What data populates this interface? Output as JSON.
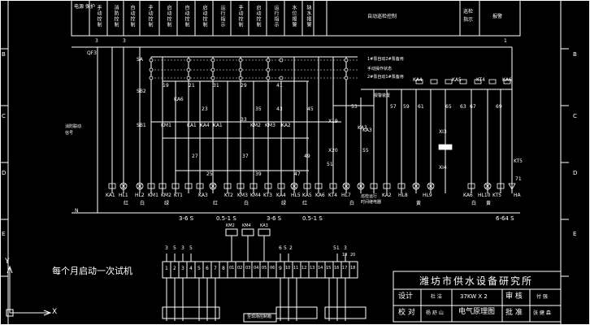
{
  "header_cells": [
    "电源\n保护",
    "手动控制",
    "消防控制",
    "自动控制",
    "手动控制",
    "启动控制",
    "自动控制",
    "启动控制",
    "运行指示",
    "手动控制",
    "启动控制",
    "运行指示",
    "水位报警",
    "缺水报警",
    "",
    "自动巡检控制",
    "",
    "巡检指示",
    "报警"
  ],
  "header_main_label": "自动巡检控制",
  "header_patrol_label": "巡检\n指示",
  "header_alarm_label": "报警",
  "border_letters": [
    "B",
    "B",
    "C",
    "C",
    "D",
    "D",
    "E",
    "E"
  ],
  "top_numbers": {
    "n3a": "3",
    "n3b": "3",
    "n1": "1"
  },
  "qf_label": "QF3",
  "n_label": "N",
  "node_labels": [
    "SA",
    "SB2",
    "KA6",
    "SB1",
    "KM1",
    "KA1",
    "KA4",
    "KA1",
    "KM2",
    "KM3",
    "KA2",
    "KA3",
    "KT4",
    "KA5",
    "KA6",
    "KA4"
  ],
  "switch_legend": [
    "1#泵自动2#泵备用",
    "手动操作状态",
    "2#泵自动1#泵备用"
  ],
  "wire_numbers": [
    "21",
    "19",
    "23",
    "25",
    "27",
    "29",
    "31",
    "33",
    "35",
    "37",
    "39",
    "41",
    "43",
    "45",
    "47",
    "49",
    "51",
    "53",
    "55",
    "57",
    "59",
    "61",
    "63",
    "65",
    "67",
    "69",
    "71"
  ],
  "mid_labels": {
    "x19": "X19",
    "x20": "X20",
    "xi3": "XI3",
    "xi4": "XI4",
    "ka3": "KA3",
    "kt5": "KT5",
    "alarm_note": "报警装置",
    "tm_note": "巡检运行\n时间继电器",
    "fire_note": "消防联动\n信号"
  },
  "bottom_devices": [
    "KA1",
    "HL1",
    "HL2",
    "KM1",
    "KM2",
    "KT1",
    "KA3",
    "KT2",
    "KM3",
    "KM4",
    "KT3",
    "KA4",
    "HL5",
    "KA5",
    "KA6",
    "KT4",
    "HL7",
    "KA2",
    "HL8",
    "HL9",
    "KA6",
    "HL10",
    "KT5",
    "HA"
  ],
  "bottom_colors": [
    "红",
    "白",
    "绿",
    "红",
    "白",
    "绿",
    "红",
    "白",
    "黄",
    "白",
    "黄"
  ],
  "timer_ranges": [
    "3-6 S",
    "0.5-1 S",
    "3-6 S",
    "0.5-1 S",
    "6-64 S"
  ],
  "note_left": "每个月启动一次试机",
  "terminal_top_nums": [
    "3",
    "5",
    "3",
    "5",
    "KM2",
    "KM4",
    "KA3",
    "6",
    "5",
    "2",
    "51",
    "3"
  ],
  "terminal_nums": [
    "1",
    "2",
    "3",
    "4",
    "5",
    "6",
    "7",
    "8",
    "01",
    "02",
    "03",
    "04",
    "05",
    "06",
    "9",
    "10",
    "11",
    "12",
    "13",
    "14",
    "15",
    "16",
    "17",
    "18",
    "19",
    "20"
  ],
  "terminal_sub_labels": [
    "KM2",
    "KM4",
    "KA3",
    "65",
    "2",
    "51",
    "3"
  ],
  "bottom_bar_text": "至现场控制箱",
  "title_block": {
    "org": "潍坊市供水设备研究所",
    "design_label": "设计",
    "design_name": "杜 洁",
    "check_label": "校 对",
    "check_name": "杨 舒 山",
    "drawing_title": "37KW X 2",
    "drawing_subtitle": "电气原理图",
    "review_label": "审 核",
    "review_name": "付 强",
    "approve_label": "批 准",
    "approve_name": "张 健 森"
  },
  "axis": {
    "y": "Y",
    "x": "X"
  }
}
